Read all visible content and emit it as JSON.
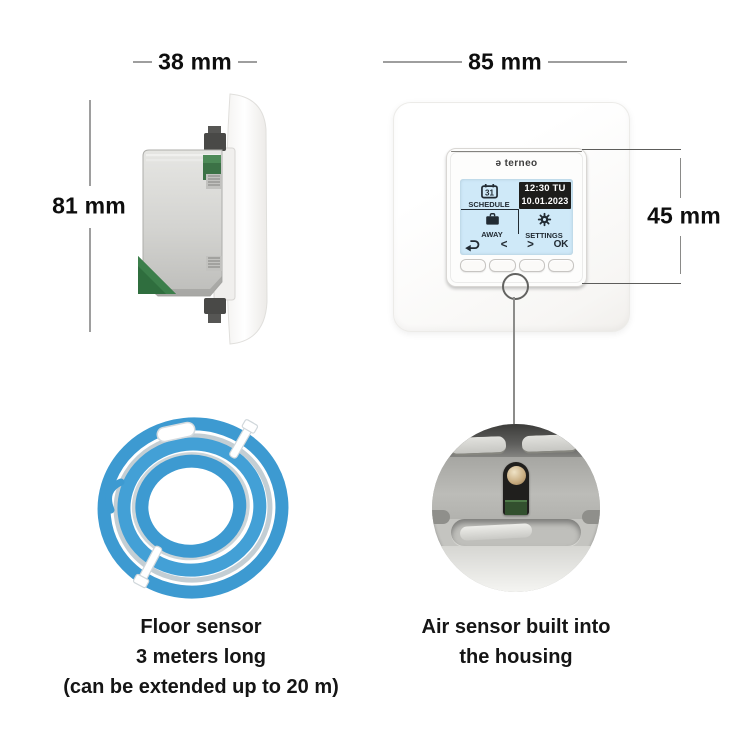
{
  "dimensions": {
    "side_width": "38 mm",
    "side_height": "81 mm",
    "front_width": "85 mm",
    "module_height": "45 mm"
  },
  "brand": {
    "mark": "ә",
    "name": "terneo",
    "logo": "ә terneo"
  },
  "thermostat_screen": {
    "calendar_day": "31",
    "schedule": "SCHEDULE",
    "time": "12:30 TU",
    "date": "10.01.2023",
    "away": "AWAY",
    "settings": "SETTINGS",
    "nav_prev": "<",
    "nav_next": ">",
    "nav_ok": "OK"
  },
  "floor_sensor": {
    "line1": "Floor sensor",
    "line2": "3 meters long",
    "line3": "(can be extended up to 20 m)"
  },
  "air_sensor": {
    "line1": "Air sensor built into",
    "line2": "the housing"
  },
  "colors": {
    "cable_blue": "#3d9ad1",
    "screen_bg": "#cfe9f8",
    "lcd_dark": "#1d1d1b",
    "pcb_green": "#3c7246"
  }
}
